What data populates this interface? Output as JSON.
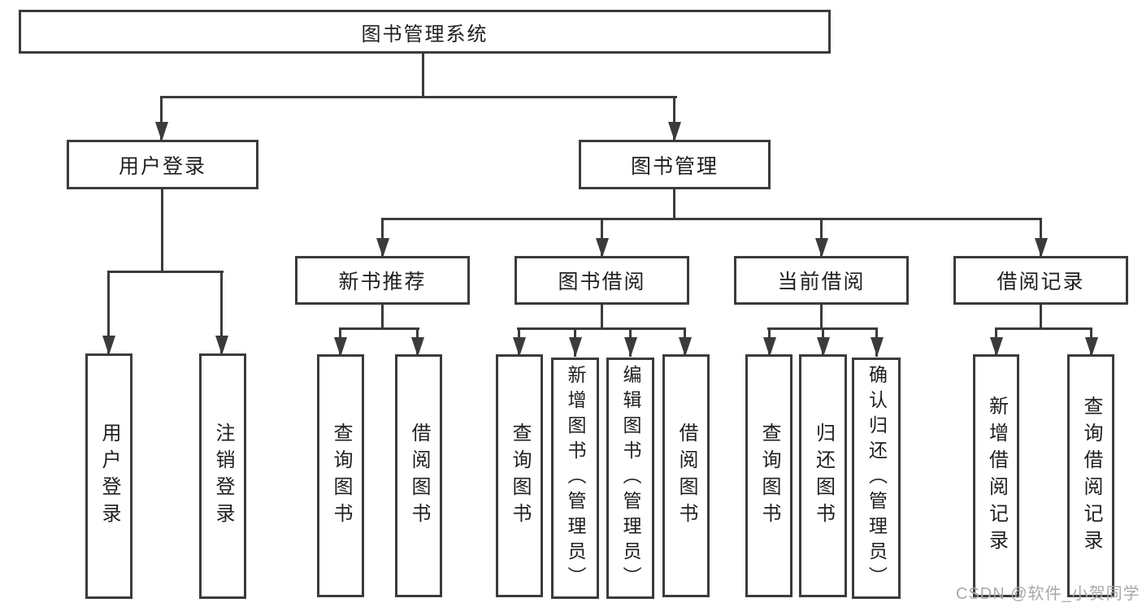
{
  "diagram": {
    "root": {
      "label": "图书管理系统"
    },
    "branches": [
      {
        "label": "用户登录",
        "leaves": [
          "用户登录",
          "注销登录"
        ]
      },
      {
        "label": "图书管理",
        "groups": [
          {
            "label": "新书推荐",
            "leaves": [
              "查询图书",
              "借阅图书"
            ]
          },
          {
            "label": "图书借阅",
            "leaves": [
              "查询图书",
              "新增图书（管理员）",
              "编辑图书（管理员）",
              "借阅图书"
            ]
          },
          {
            "label": "当前借阅",
            "leaves": [
              "查询图书",
              "归还图书",
              "确认归还（管理员）"
            ]
          },
          {
            "label": "借阅记录",
            "leaves": [
              "新增借阅记录",
              "查询借阅记录"
            ]
          }
        ]
      }
    ]
  },
  "watermark": {
    "text": "CSDN @软件_小贺同学"
  },
  "colors": {
    "line": "#3b3b3b",
    "text": "#1f1f1f",
    "watermark": "#a8a8a8",
    "background": "#ffffff"
  }
}
